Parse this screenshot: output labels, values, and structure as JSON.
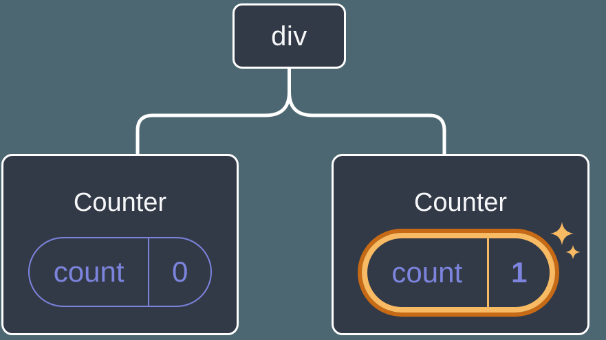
{
  "colors": {
    "background": "#4C6771",
    "node_bg": "#333A47",
    "node_border": "#FFFFFF",
    "text_light": "#F6F7F9",
    "state_purple": "#7C84DE",
    "highlight_orange": "#F8BB63",
    "highlight_orange_dark": "#C76A15"
  },
  "tree": {
    "root": {
      "label": "div"
    },
    "children": [
      {
        "title": "Counter",
        "state": {
          "key": "count",
          "value": "0"
        },
        "highlighted": false
      },
      {
        "title": "Counter",
        "state": {
          "key": "count",
          "value": "1"
        },
        "highlighted": true,
        "badge_icon": "sparkle-icon"
      }
    ]
  }
}
